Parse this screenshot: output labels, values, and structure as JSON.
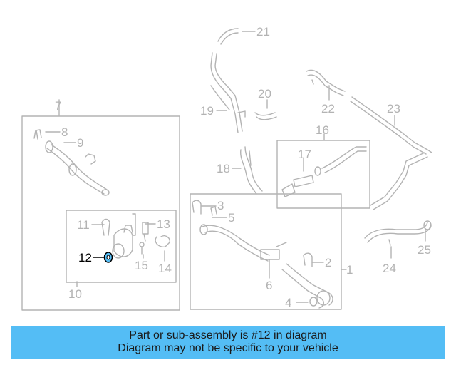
{
  "diagram": {
    "callouts": [
      {
        "id": "1",
        "label": "1"
      },
      {
        "id": "2",
        "label": "2"
      },
      {
        "id": "3",
        "label": "3"
      },
      {
        "id": "4",
        "label": "4"
      },
      {
        "id": "5",
        "label": "5"
      },
      {
        "id": "6",
        "label": "6"
      },
      {
        "id": "7",
        "label": "7"
      },
      {
        "id": "8",
        "label": "8"
      },
      {
        "id": "9",
        "label": "9"
      },
      {
        "id": "10",
        "label": "10"
      },
      {
        "id": "11",
        "label": "11"
      },
      {
        "id": "12",
        "label": "12",
        "highlighted": true
      },
      {
        "id": "13",
        "label": "13"
      },
      {
        "id": "14",
        "label": "14"
      },
      {
        "id": "15",
        "label": "15"
      },
      {
        "id": "16",
        "label": "16"
      },
      {
        "id": "17",
        "label": "17"
      },
      {
        "id": "18",
        "label": "18"
      },
      {
        "id": "19",
        "label": "19"
      },
      {
        "id": "20",
        "label": "20"
      },
      {
        "id": "21",
        "label": "21"
      },
      {
        "id": "22",
        "label": "22"
      },
      {
        "id": "23",
        "label": "23"
      },
      {
        "id": "24",
        "label": "24"
      },
      {
        "id": "25",
        "label": "25"
      }
    ],
    "colors": {
      "line": "#b3b3b3",
      "highlight_fill": "#54bdf5",
      "highlight_text": "#000000"
    }
  },
  "banner": {
    "line1": "Part or sub-assembly is #12 in diagram",
    "line2": "Diagram may not be specific to your vehicle",
    "background": "#54bdf5"
  }
}
